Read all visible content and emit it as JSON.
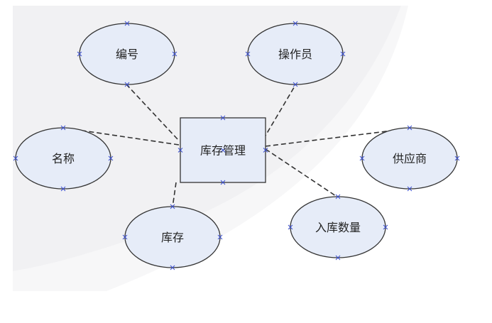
{
  "diagram": {
    "entity": {
      "id": "entity",
      "label": "库存管理"
    },
    "attributes": [
      {
        "id": "attr-id",
        "label": "编号"
      },
      {
        "id": "attr-operator",
        "label": "操作员"
      },
      {
        "id": "attr-name",
        "label": "名称"
      },
      {
        "id": "attr-supplier",
        "label": "供应商"
      },
      {
        "id": "attr-stock",
        "label": "库存"
      },
      {
        "id": "attr-inbound-qty",
        "label": "入库数量"
      }
    ],
    "edges": [
      {
        "from": "entity",
        "to": "attr-id"
      },
      {
        "from": "entity",
        "to": "attr-operator"
      },
      {
        "from": "entity",
        "to": "attr-name"
      },
      {
        "from": "entity",
        "to": "attr-supplier"
      },
      {
        "from": "entity",
        "to": "attr-stock"
      },
      {
        "from": "entity",
        "to": "attr-inbound-qty"
      }
    ]
  },
  "colors": {
    "node_fill": "#e6ecf8",
    "node_stroke": "#333333",
    "edge_stroke": "#333333",
    "connector_marker": "#3a4fd0",
    "background_swoosh": "#f1f1f3"
  }
}
